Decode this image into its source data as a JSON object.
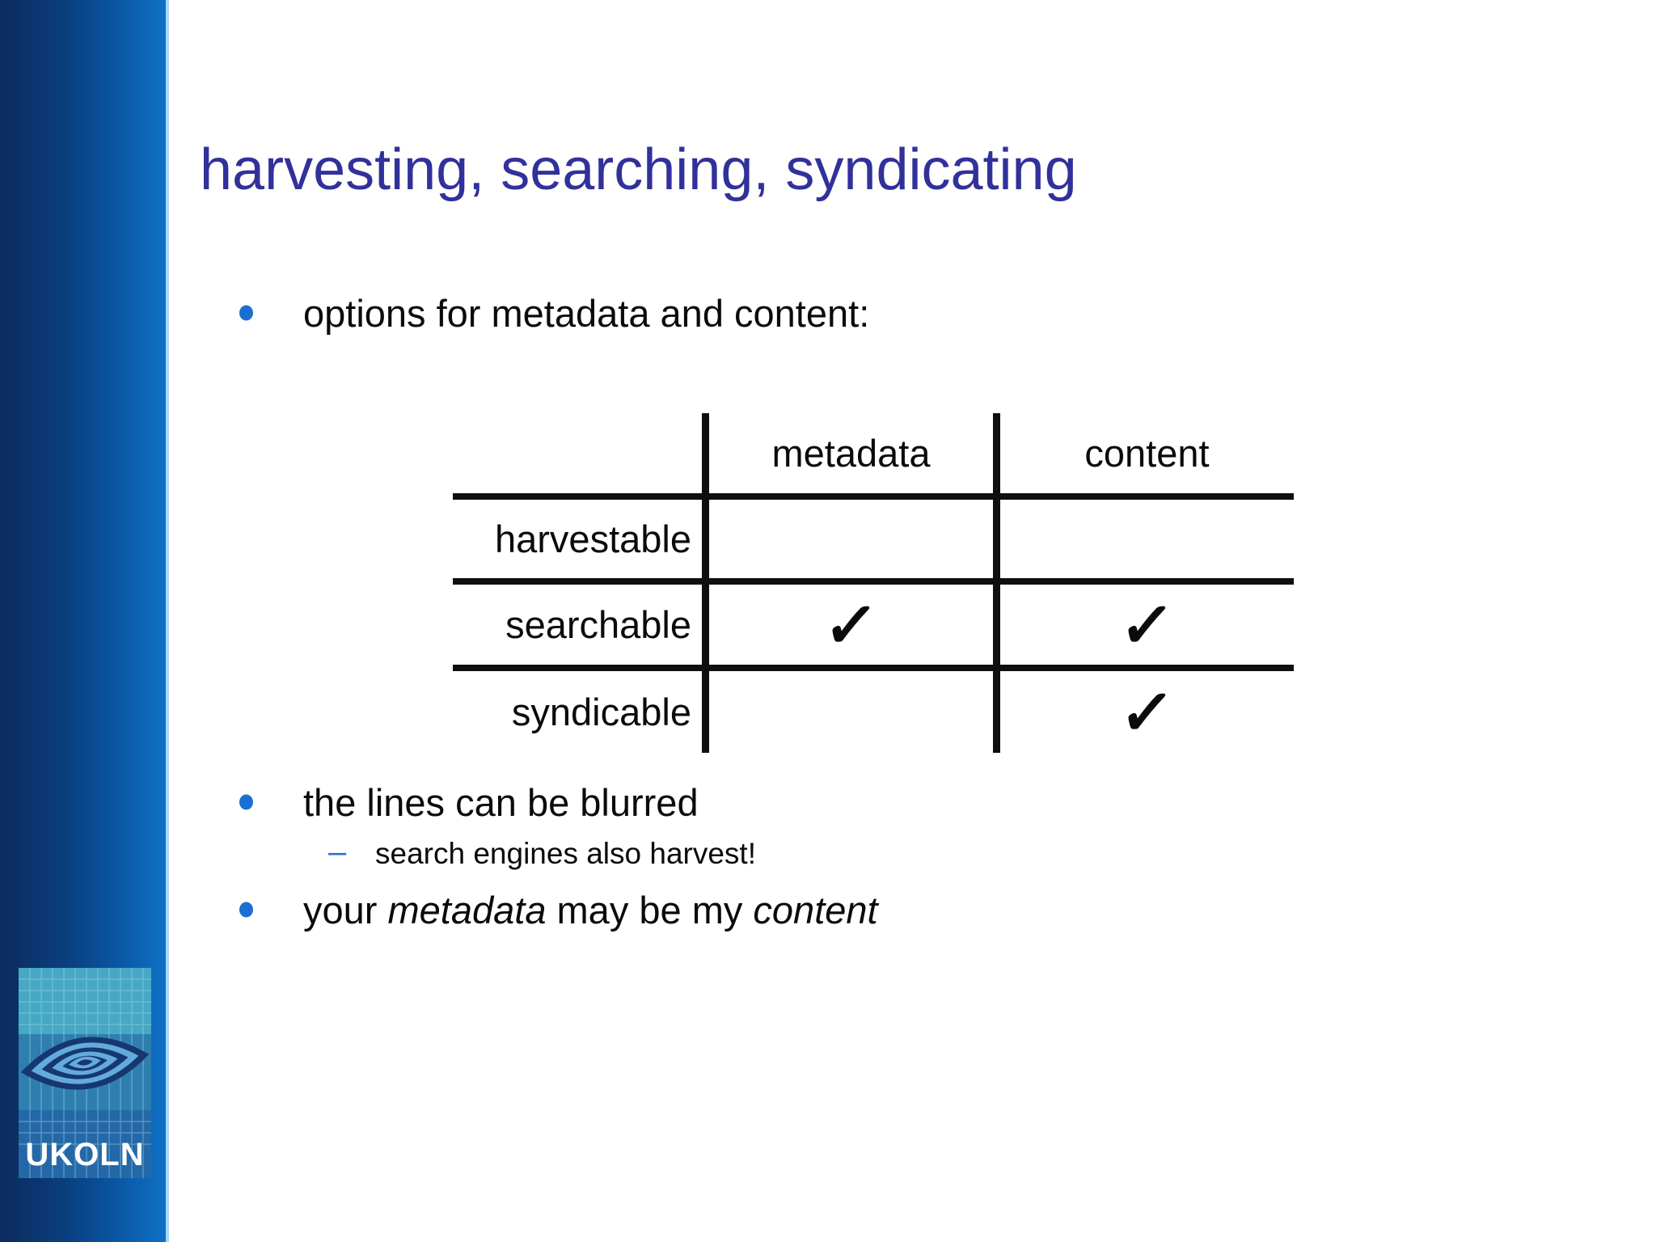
{
  "title": "harvesting, searching, syndicating",
  "bullets": {
    "b1": "options for metadata and content:",
    "b2": "the lines can be blurred",
    "sub_marker": "–",
    "sub": "search engines also harvest!",
    "b3_pre": "your ",
    "b3_italic1": "metadata",
    "b3_mid": " may be my ",
    "b3_italic2": "content"
  },
  "table": {
    "columns": [
      "metadata",
      "content"
    ],
    "rows": [
      {
        "label": "harvestable",
        "metadata": "",
        "content": ""
      },
      {
        "label": "searchable",
        "metadata": "✓",
        "content": "✓"
      },
      {
        "label": "syndicable",
        "metadata": "",
        "content": "✓"
      }
    ]
  },
  "logo": {
    "brand": "UKOLN"
  },
  "colors": {
    "title": "#31319B",
    "bullet": "#1B6FD0",
    "table_line": "#0f0f0f",
    "sidebar_dark": "#0C2B5E",
    "sidebar_light": "#0E71C6"
  }
}
